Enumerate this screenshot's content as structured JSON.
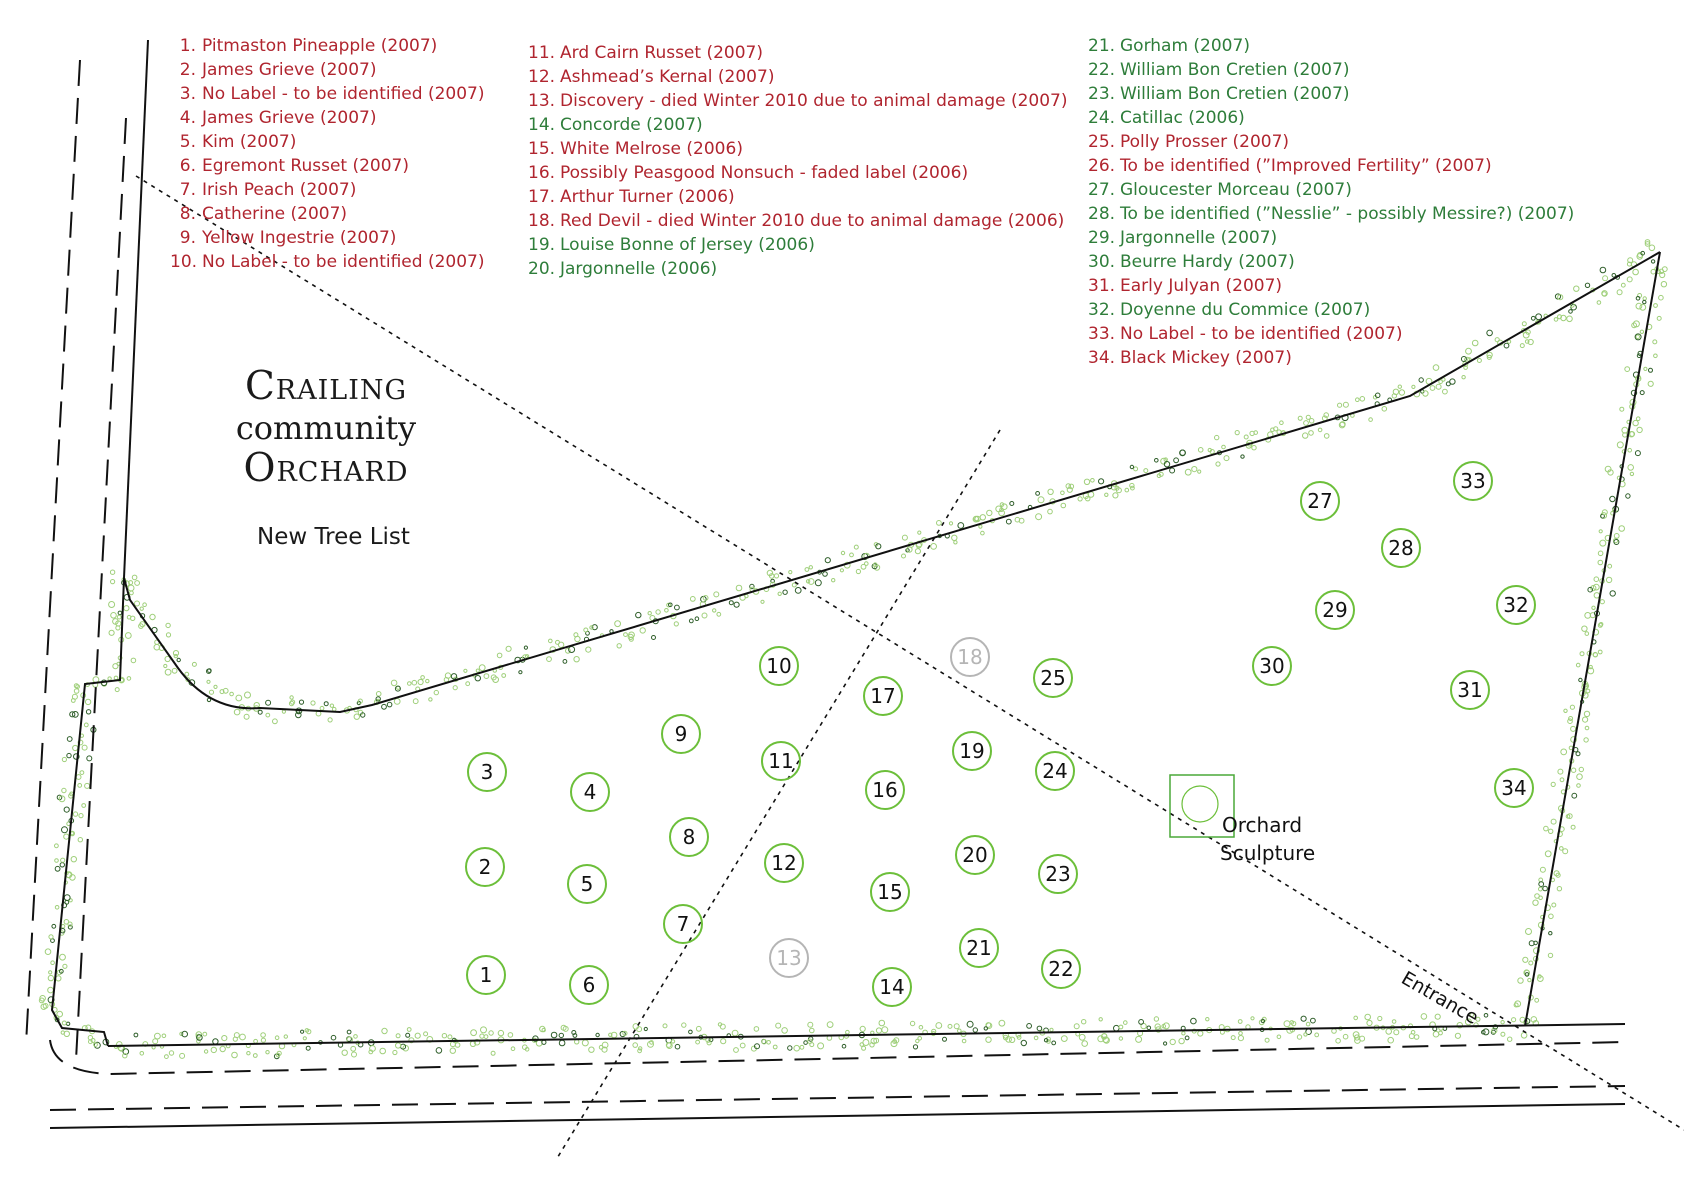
{
  "title": {
    "line1": "Crailing",
    "line2": "community",
    "line3": "Orchard"
  },
  "subtitle": "New Tree List",
  "colors": {
    "identified": "#2e7d3a",
    "unidentified_or_lost": "#b0252f",
    "tree_ring": "#6cbf3a",
    "dead_tree": "#b5b5b5",
    "hedge_light": "#9fcf7a",
    "hedge_dark": "#2f5e2a"
  },
  "tree_list": [
    {
      "num": "1.",
      "name": "Pitmaston Pineapple (2007)",
      "status": "red"
    },
    {
      "num": "2.",
      "name": "James Grieve (2007)",
      "status": "red"
    },
    {
      "num": "3.",
      "name": "No Label - to be identified (2007)",
      "status": "red"
    },
    {
      "num": "4.",
      "name": "James Grieve (2007)",
      "status": "red"
    },
    {
      "num": "5.",
      "name": "Kim (2007)",
      "status": "red"
    },
    {
      "num": "6.",
      "name": "Egremont Russet (2007)",
      "status": "red"
    },
    {
      "num": "7.",
      "name": "Irish Peach (2007)",
      "status": "red"
    },
    {
      "num": "8.",
      "name": "Catherine (2007)",
      "status": "red"
    },
    {
      "num": "9.",
      "name": "Yellow Ingestrie (2007)",
      "status": "red"
    },
    {
      "num": "10.",
      "name": "No Label - to be identified (2007)",
      "status": "red"
    },
    {
      "num": "11.",
      "name": "Ard Cairn Russet (2007)",
      "status": "red"
    },
    {
      "num": "12.",
      "name": "Ashmead’s Kernal (2007)",
      "status": "red"
    },
    {
      "num": "13.",
      "name": "Discovery - died Winter 2010 due to animal damage (2007)",
      "status": "red"
    },
    {
      "num": "14.",
      "name": "Concorde (2007)",
      "status": "green"
    },
    {
      "num": "15.",
      "name": "White Melrose (2006)",
      "status": "red"
    },
    {
      "num": "16.",
      "name": "Possibly Peasgood Nonsuch - faded label (2006)",
      "status": "red"
    },
    {
      "num": "17.",
      "name": "Arthur Turner (2006)",
      "status": "red"
    },
    {
      "num": "18.",
      "name": "Red Devil - died Winter 2010 due to animal damage (2006)",
      "status": "red"
    },
    {
      "num": "19.",
      "name": "Louise Bonne of Jersey (2006)",
      "status": "green"
    },
    {
      "num": "20.",
      "name": "Jargonnelle (2006)",
      "status": "green"
    },
    {
      "num": "21.",
      "name": "Gorham (2007)",
      "status": "green"
    },
    {
      "num": "22.",
      "name": "William Bon Cretien (2007)",
      "status": "green"
    },
    {
      "num": "23.",
      "name": "William Bon Cretien (2007)",
      "status": "green"
    },
    {
      "num": "24.",
      "name": "Catillac (2006)",
      "status": "green"
    },
    {
      "num": "25.",
      "name": "Polly Prosser (2007)",
      "status": "red"
    },
    {
      "num": "26.",
      "name": "To be identified (”Improved Fertility” (2007)",
      "status": "red"
    },
    {
      "num": "27.",
      "name": "Gloucester Morceau (2007)",
      "status": "green"
    },
    {
      "num": "28.",
      "name": "To be identified (”Nesslie” - possibly Messire?) (2007)",
      "status": "green"
    },
    {
      "num": "29.",
      "name": "Jargonnelle (2007)",
      "status": "green"
    },
    {
      "num": "30.",
      "name": "Beurre Hardy (2007)",
      "status": "green"
    },
    {
      "num": "31.",
      "name": "Early Julyan (2007)",
      "status": "red"
    },
    {
      "num": "32.",
      "name": "Doyenne du Commice (2007)",
      "status": "green"
    },
    {
      "num": "33.",
      "name": "No Label - to be identified (2007)",
      "status": "red"
    },
    {
      "num": "34.",
      "name": "Black Mickey (2007)",
      "status": "red"
    }
  ],
  "trees": [
    {
      "label": "1",
      "dead": false
    },
    {
      "label": "2",
      "dead": false
    },
    {
      "label": "3",
      "dead": false
    },
    {
      "label": "4",
      "dead": false
    },
    {
      "label": "5",
      "dead": false
    },
    {
      "label": "6",
      "dead": false
    },
    {
      "label": "7",
      "dead": false
    },
    {
      "label": "8",
      "dead": false
    },
    {
      "label": "9",
      "dead": false
    },
    {
      "label": "10",
      "dead": false
    },
    {
      "label": "11",
      "dead": false
    },
    {
      "label": "12",
      "dead": false
    },
    {
      "label": "13",
      "dead": true
    },
    {
      "label": "14",
      "dead": false
    },
    {
      "label": "15",
      "dead": false
    },
    {
      "label": "16",
      "dead": false
    },
    {
      "label": "17",
      "dead": false
    },
    {
      "label": "18",
      "dead": true
    },
    {
      "label": "19",
      "dead": false
    },
    {
      "label": "20",
      "dead": false
    },
    {
      "label": "21",
      "dead": false
    },
    {
      "label": "22",
      "dead": false
    },
    {
      "label": "23",
      "dead": false
    },
    {
      "label": "24",
      "dead": false
    },
    {
      "label": "25",
      "dead": false
    },
    {
      "label": "27",
      "dead": false
    },
    {
      "label": "28",
      "dead": false
    },
    {
      "label": "29",
      "dead": false
    },
    {
      "label": "30",
      "dead": false
    },
    {
      "label": "31",
      "dead": false
    },
    {
      "label": "32",
      "dead": false
    },
    {
      "label": "33",
      "dead": false
    },
    {
      "label": "34",
      "dead": false
    }
  ],
  "sculpture": {
    "line1": "Orchard",
    "line2": "Sculpture"
  },
  "entrance_label": "Entrance"
}
